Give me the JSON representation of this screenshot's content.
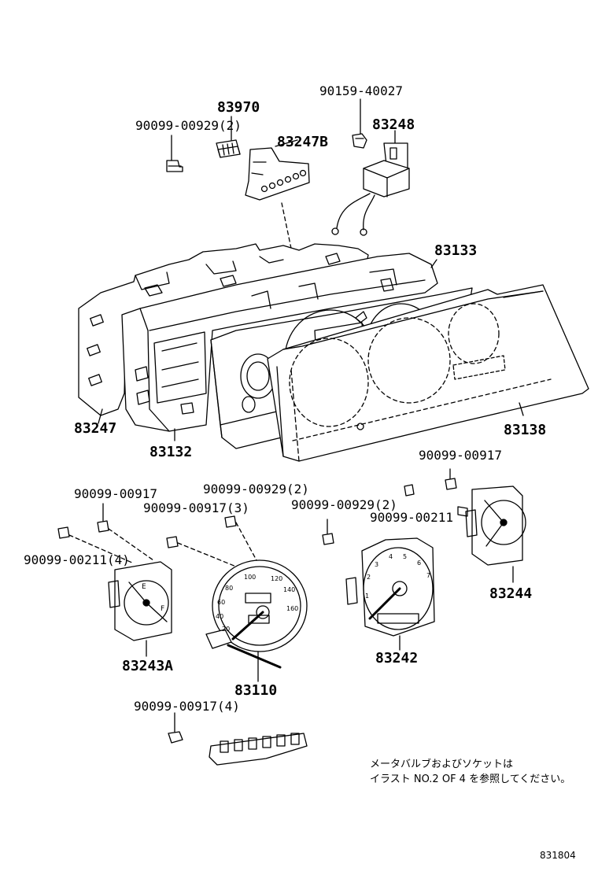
{
  "labels": {
    "p90159_40027": "90159-40027",
    "p83970": "83970",
    "p83248": "83248",
    "p90099_00929_2_top": "90099-00929(2)",
    "p83247B": "83247B",
    "p83133": "83133",
    "p83247": "83247",
    "p83132": "83132",
    "p83138": "83138",
    "p90099_00917_right": "90099-00917",
    "p90099_00917_left": "90099-00917",
    "p90099_00929_2_mid": "90099-00929(2)",
    "p90099_00917_3": "90099-00917(3)",
    "p90099_00929_2_right": "90099-00929(2)",
    "p90099_00211_right": "90099-00211",
    "p90099_00211_4": "90099-00211(4)",
    "p83244": "83244",
    "p83243A": "83243A",
    "p83242": "83242",
    "p83110": "83110",
    "p90099_00917_4": "90099-00917(4)"
  },
  "note": {
    "line1": "メータバルブおよびソケットは",
    "line2": "イラスト NO.2 OF 4 を参照してください。"
  },
  "diagram_code": "831804"
}
